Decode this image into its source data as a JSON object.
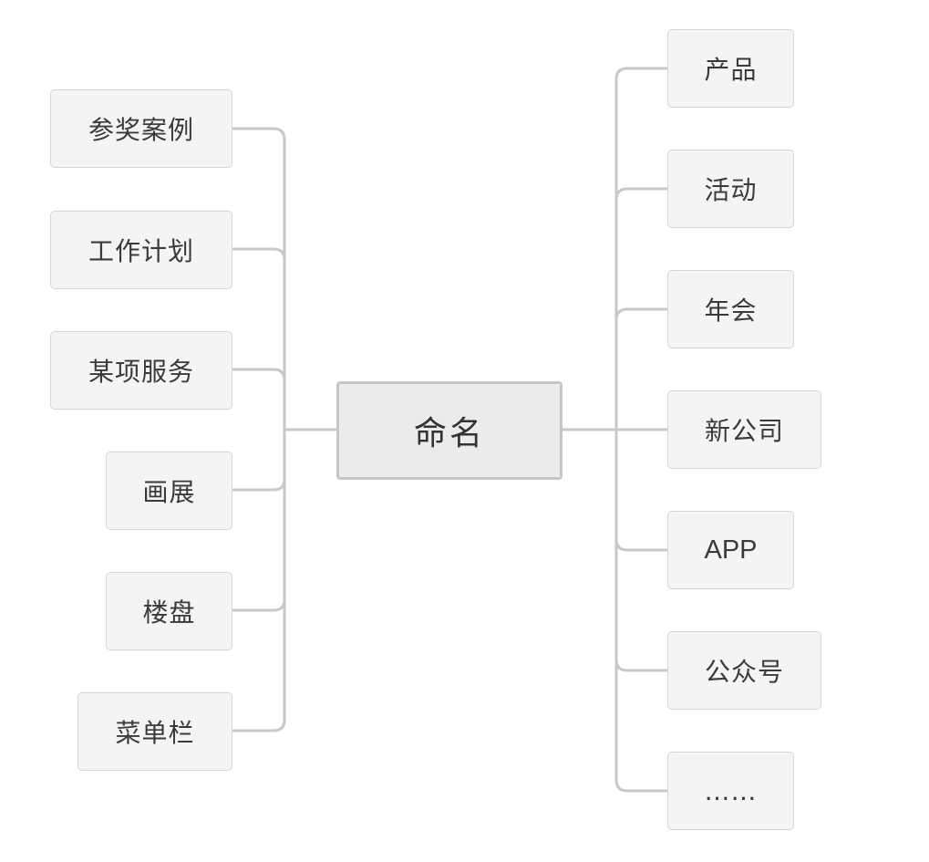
{
  "root": {
    "label": "命名"
  },
  "left_branches": [
    {
      "id": "l0",
      "label": "参奖案例"
    },
    {
      "id": "l1",
      "label": "工作计划"
    },
    {
      "id": "l2",
      "label": "某项服务"
    },
    {
      "id": "l3",
      "label": "画展"
    },
    {
      "id": "l4",
      "label": "楼盘"
    },
    {
      "id": "l5",
      "label": "菜单栏"
    }
  ],
  "right_branches": [
    {
      "id": "r0",
      "label": "产品"
    },
    {
      "id": "r1",
      "label": "活动"
    },
    {
      "id": "r2",
      "label": "年会"
    },
    {
      "id": "r3",
      "label": "新公司"
    },
    {
      "id": "r4",
      "label": "APP"
    },
    {
      "id": "r5",
      "label": "公众号"
    },
    {
      "id": "r6",
      "label": "……"
    }
  ],
  "colors": {
    "node_fill": "#f4f4f4",
    "root_fill": "#ebebeb",
    "connector": "#c8c8c8",
    "text": "#3a3a3a"
  }
}
